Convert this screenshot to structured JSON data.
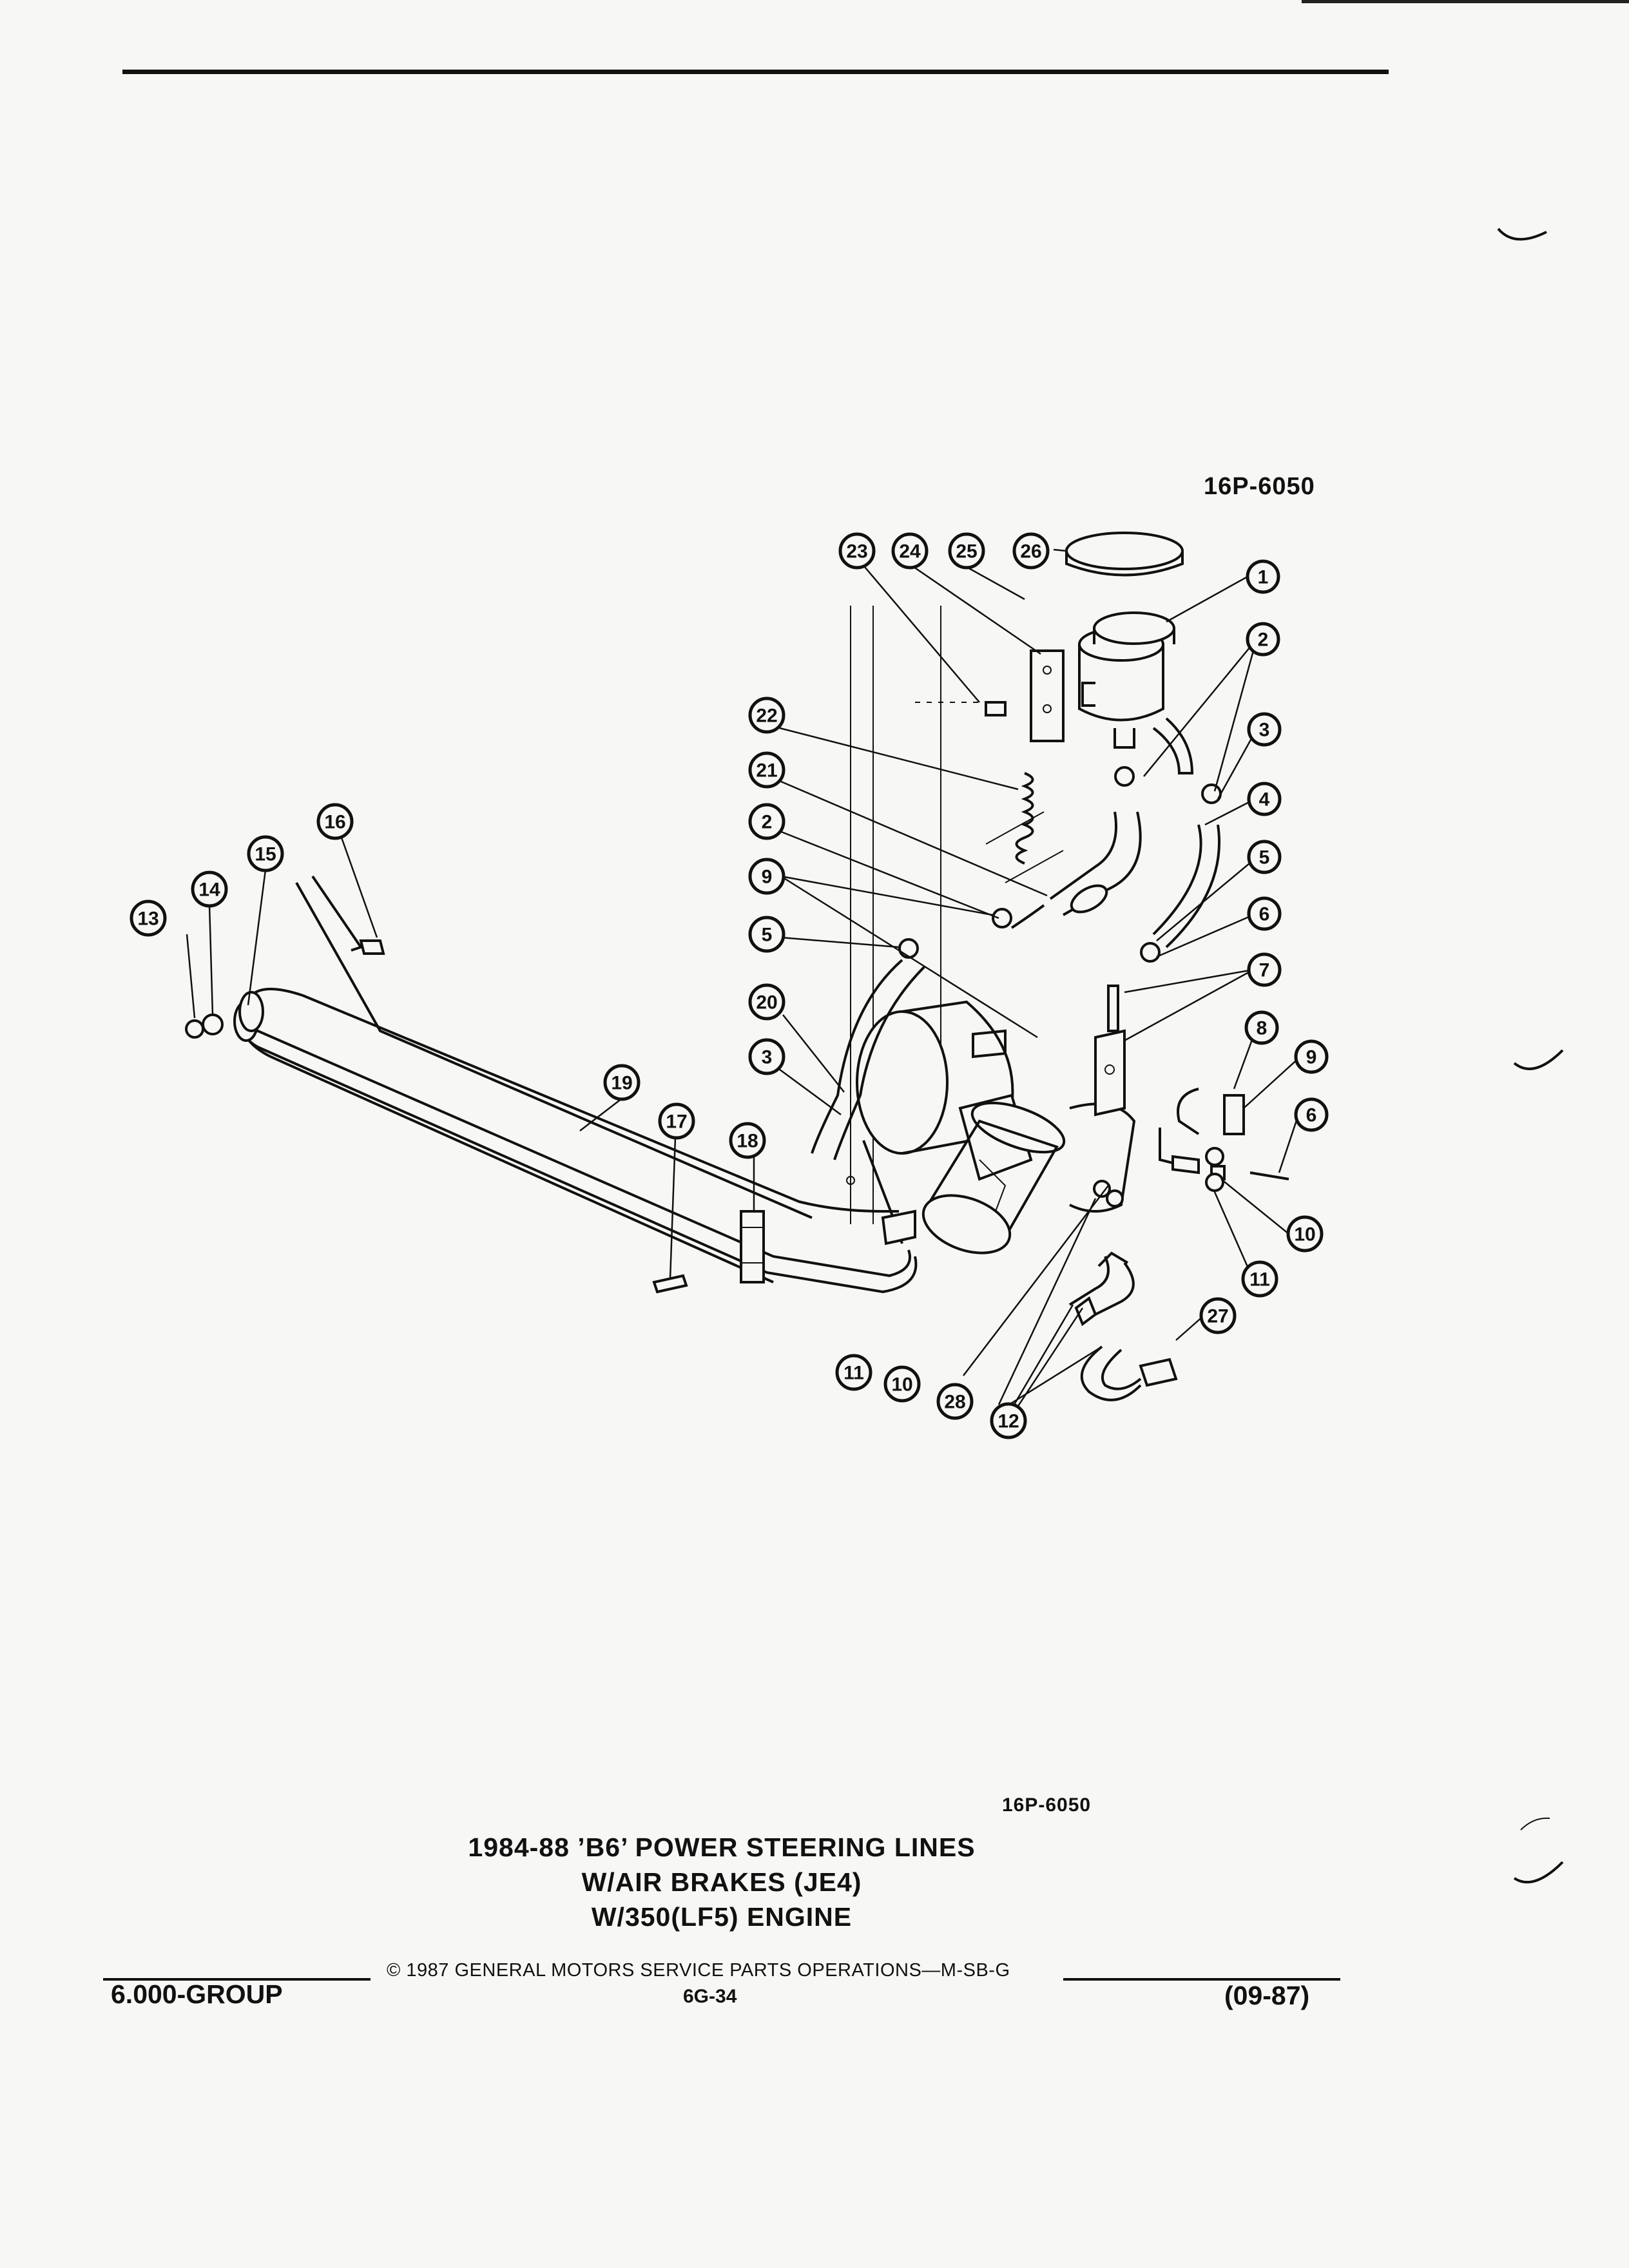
{
  "figure_code_top": "16P-6050",
  "figure_code_bottom": "16P-6050",
  "title_lines": [
    "1984-88 ’B6’ POWER STEERING LINES",
    "W/AIR BRAKES (JE4)",
    "W/350(LF5) ENGINE"
  ],
  "footer": {
    "copyright": "© 1987  GENERAL MOTORS SERVICE PARTS OPERATIONS—M-SB-G",
    "group": "6.000-GROUP",
    "page": "6G-34",
    "date": "(09-87)"
  },
  "callouts": [
    "1",
    "2",
    "3",
    "4",
    "5",
    "6",
    "7",
    "8",
    "9",
    "6",
    "10",
    "11",
    "12",
    "27",
    "28",
    "10",
    "11",
    "13",
    "14",
    "15",
    "16",
    "17",
    "18",
    "19",
    "20",
    "3",
    "5",
    "9",
    "2",
    "21",
    "22",
    "23",
    "24",
    "25",
    "26"
  ]
}
